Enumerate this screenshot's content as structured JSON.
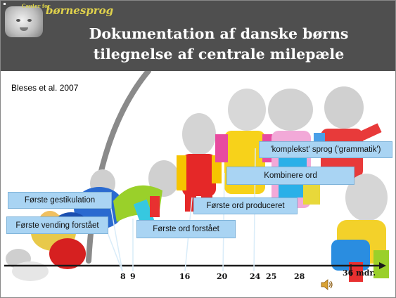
{
  "header": {
    "logo_small": "Center for",
    "logo_large": "børnesprog",
    "title_line1": "Dokumentation af danske børns",
    "title_line2": "tilegnelse af centrale milepæle",
    "background": "#4f4f4f"
  },
  "citation": "Bleses et al. 2007",
  "milestones": [
    {
      "label": "Første gestikulation",
      "month": 8
    },
    {
      "label": "Første vending forstået",
      "month": 8
    },
    {
      "label": "Første ord forstået",
      "month": 9
    },
    {
      "label": "Første ord produceret",
      "month": 16
    },
    {
      "label": "Kombinere ord",
      "month": 20
    },
    {
      "label": "'komplekst' sprog ('grammatik')",
      "month": 24
    }
  ],
  "timeline": {
    "ticks": [
      "8",
      "9",
      "16",
      "20",
      "24",
      "25",
      "28",
      "36 mdr."
    ]
  },
  "icons": {
    "speaker": "speaker-icon",
    "logo_photo": "baby-photo-icon"
  },
  "colors": {
    "label_fill": "#a9d4f3",
    "label_border": "#7fb3d9",
    "title_text": "#ffffff",
    "logo_text": "#e0d24c"
  }
}
